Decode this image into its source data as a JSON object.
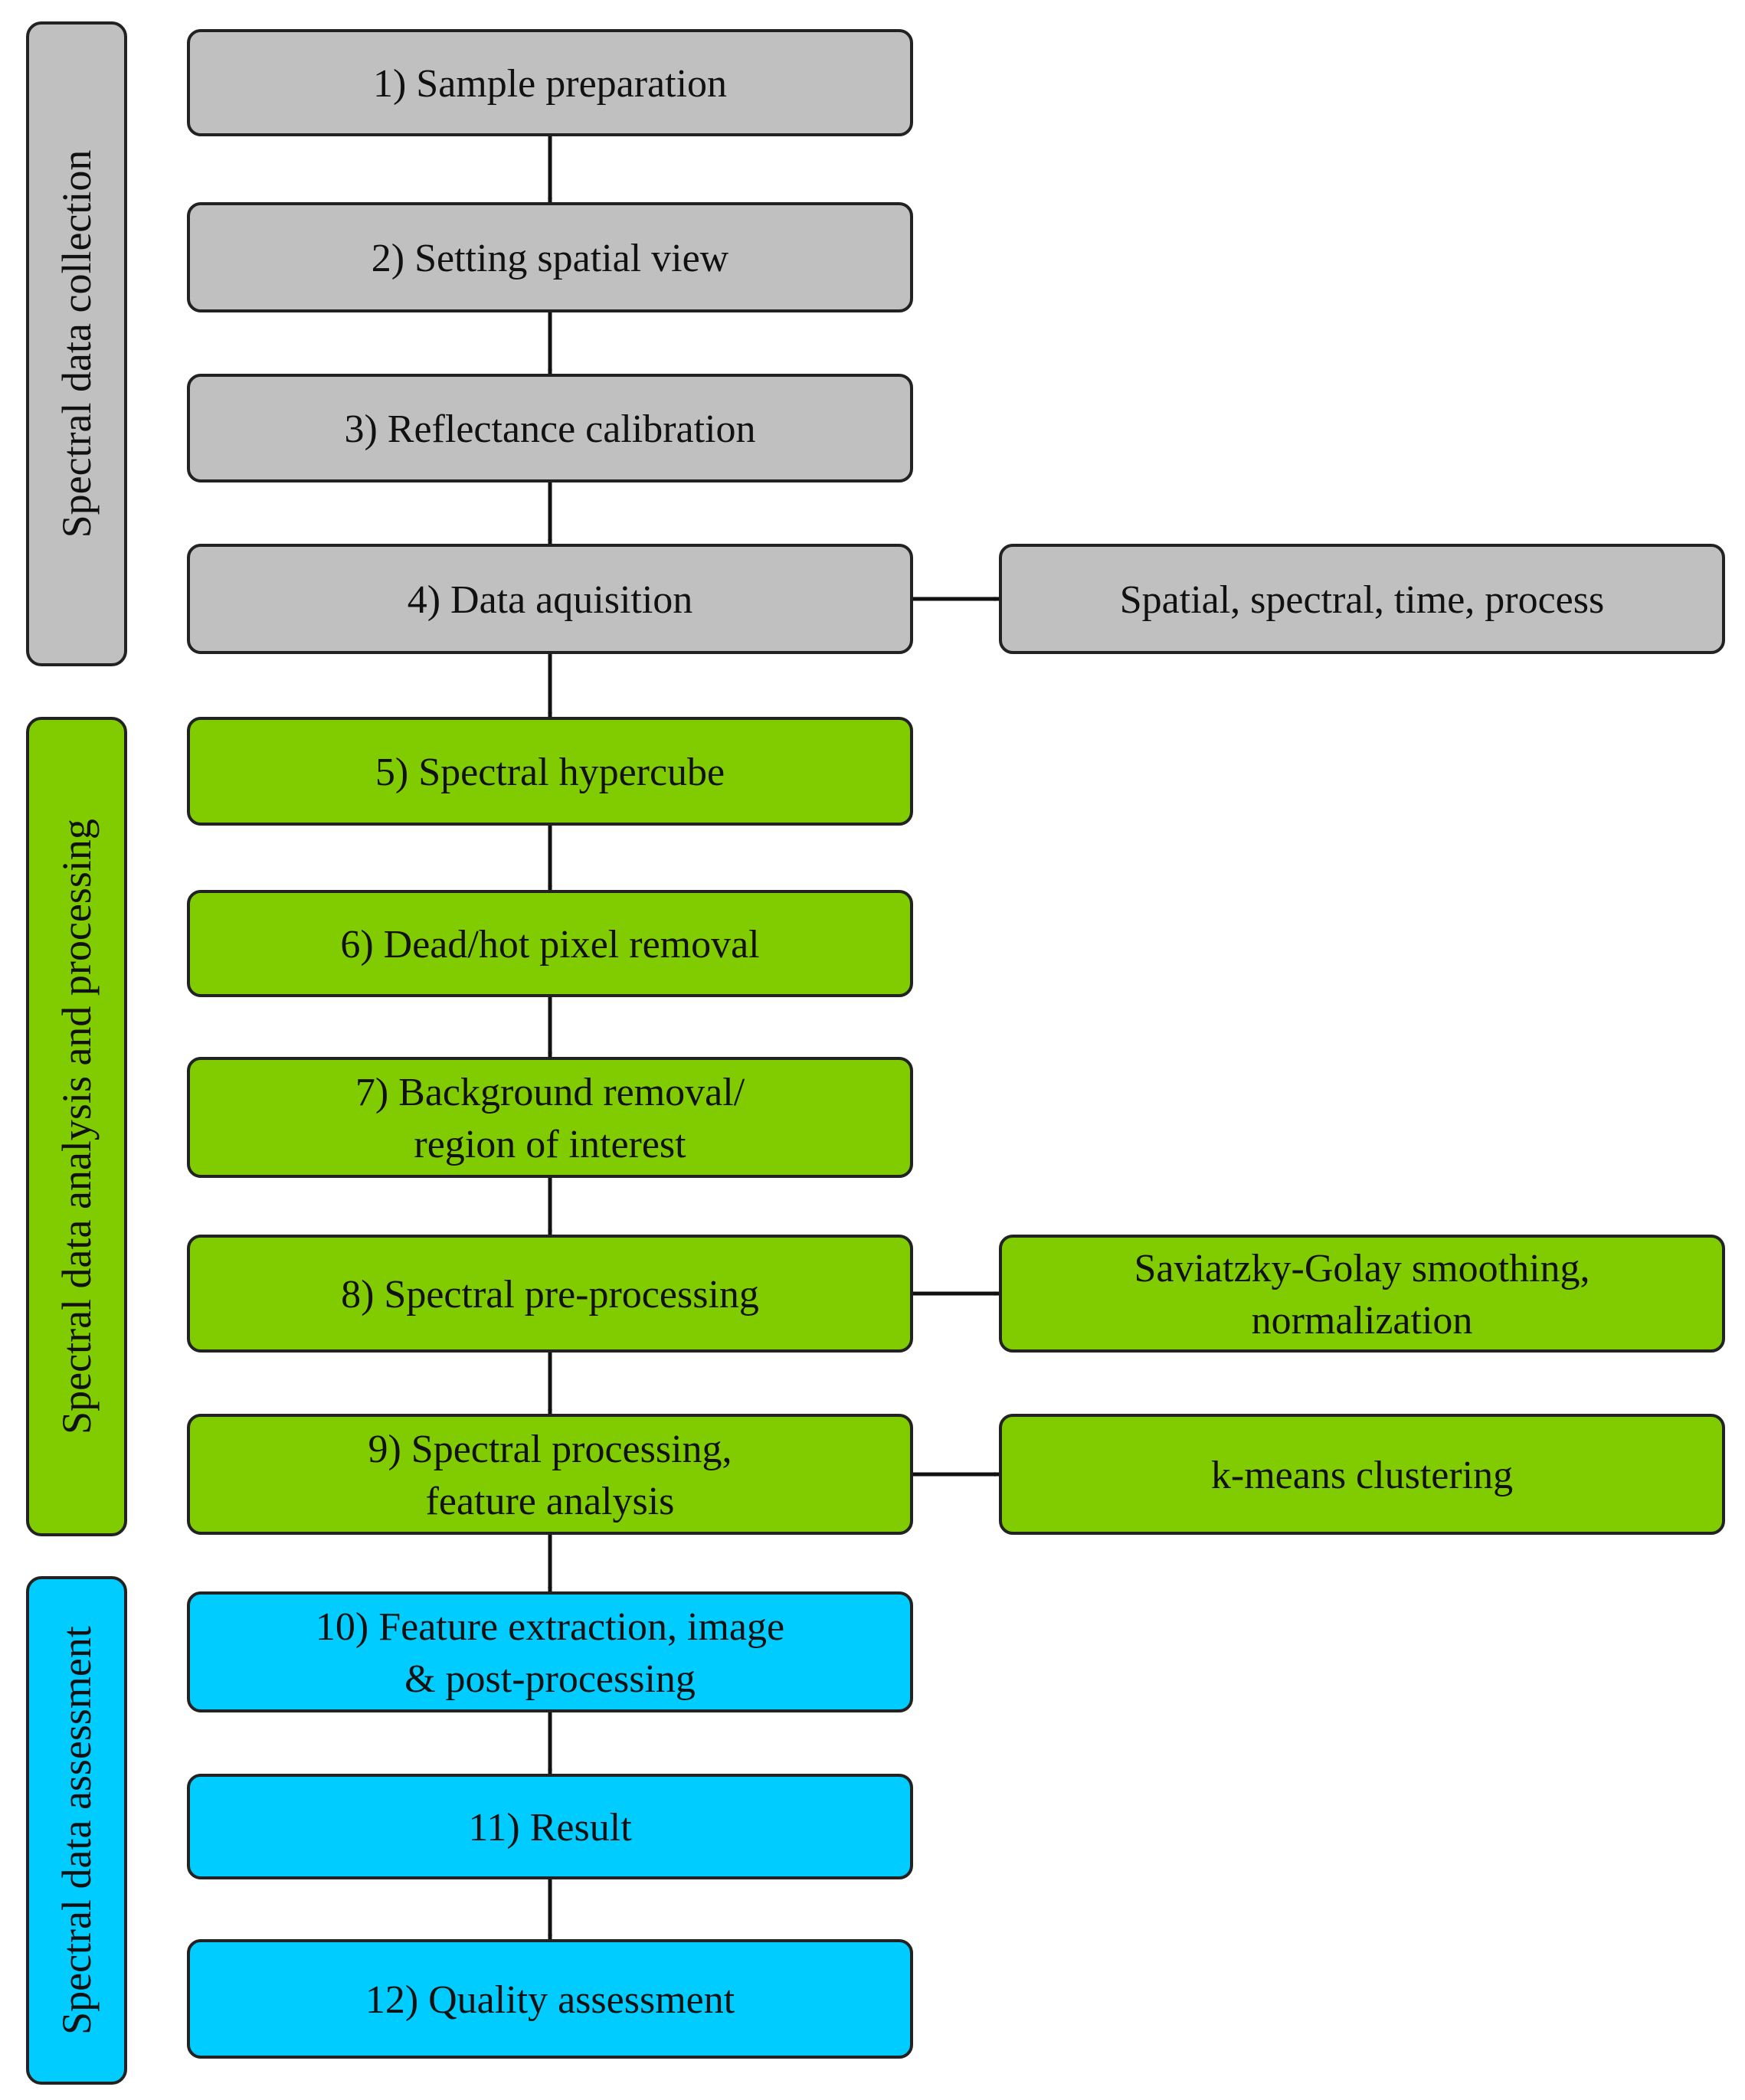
{
  "colors": {
    "collection": "#c0c0c0",
    "processing": "#80cc00",
    "assessment": "#00ccff",
    "stroke": "#222222",
    "arrow": "#111111"
  },
  "sections": [
    {
      "id": "collection",
      "label": "Spectral data collection"
    },
    {
      "id": "processing",
      "label": "Spectral data analysis and processing"
    },
    {
      "id": "assessment",
      "label": "Spectral data assessment"
    }
  ],
  "steps": [
    {
      "id": "s1",
      "section": "collection",
      "lines": [
        "1) Sample preparation"
      ]
    },
    {
      "id": "s2",
      "section": "collection",
      "lines": [
        "2) Setting spatial view"
      ]
    },
    {
      "id": "s3",
      "section": "collection",
      "lines": [
        "3) Reflectance calibration"
      ]
    },
    {
      "id": "s4",
      "section": "collection",
      "lines": [
        "4) Data aquisition"
      ]
    },
    {
      "id": "s5",
      "section": "processing",
      "lines": [
        "5) Spectral hypercube"
      ]
    },
    {
      "id": "s6",
      "section": "processing",
      "lines": [
        "6) Dead/hot pixel removal"
      ]
    },
    {
      "id": "s7",
      "section": "processing",
      "lines": [
        "7) Background removal/",
        "region of interest"
      ]
    },
    {
      "id": "s8",
      "section": "processing",
      "lines": [
        "8) Spectral pre-processing"
      ]
    },
    {
      "id": "s9",
      "section": "processing",
      "lines": [
        "9) Spectral processing,",
        "feature analysis"
      ]
    },
    {
      "id": "s10",
      "section": "assessment",
      "lines": [
        "10) Feature extraction, image",
        "& post-processing"
      ]
    },
    {
      "id": "s11",
      "section": "assessment",
      "lines": [
        "11) Result"
      ]
    },
    {
      "id": "s12",
      "section": "assessment",
      "lines": [
        "12) Quality assessment"
      ]
    }
  ],
  "details": [
    {
      "id": "d4",
      "from": "s4",
      "section": "collection",
      "lines": [
        "Spatial, spectral, time, process"
      ]
    },
    {
      "id": "d8",
      "from": "s8",
      "section": "processing",
      "lines": [
        "Saviatzky-Golay smoothing,",
        "normalization"
      ]
    },
    {
      "id": "d9",
      "from": "s9",
      "section": "processing",
      "lines": [
        "k-means clustering"
      ]
    }
  ]
}
